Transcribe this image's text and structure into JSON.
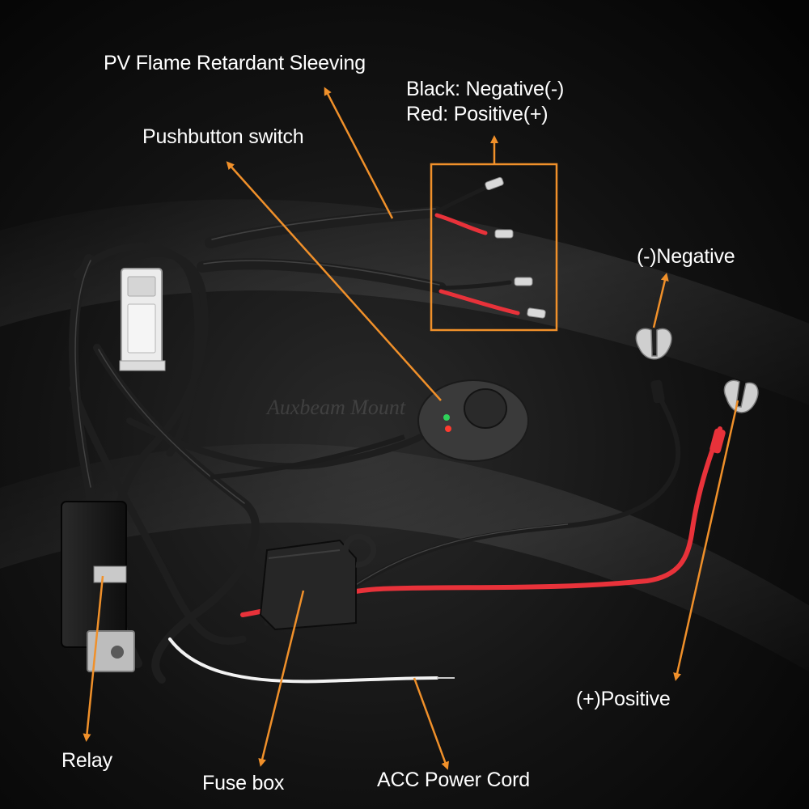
{
  "labels": {
    "sleeving": "PV Flame Retardant Sleeving",
    "wire_black": "Black: Negative(-)",
    "wire_red": "Red: Positive(+)",
    "pushbutton": "Pushbutton switch",
    "negative": "(-)Negative",
    "positive": "(+)Positive",
    "relay": "Relay",
    "fuse_box": "Fuse box",
    "acc_cord": "ACC Power Cord"
  },
  "watermark": "Auxbeam Mount",
  "colors": {
    "accent": "#f0902a",
    "background": "#0a0a0a",
    "wire_red": "#e8323a",
    "wire_black": "#1c1c1c",
    "wire_white": "#f2f2f2",
    "text": "#ffffff"
  }
}
